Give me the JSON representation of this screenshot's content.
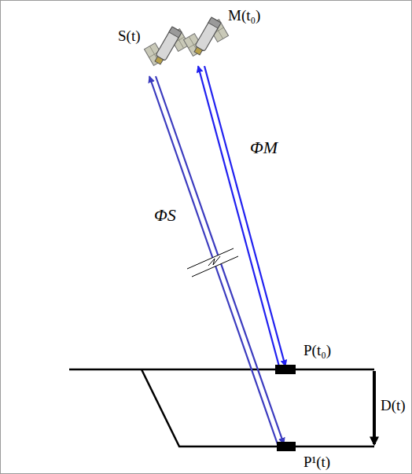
{
  "diagram": {
    "labels": [
      "S(t)",
      "M(t₀)",
      "ΦS",
      "ΦM",
      "P(t₀)",
      "D(t)",
      "P¹(t)"
    ]
  }
}
